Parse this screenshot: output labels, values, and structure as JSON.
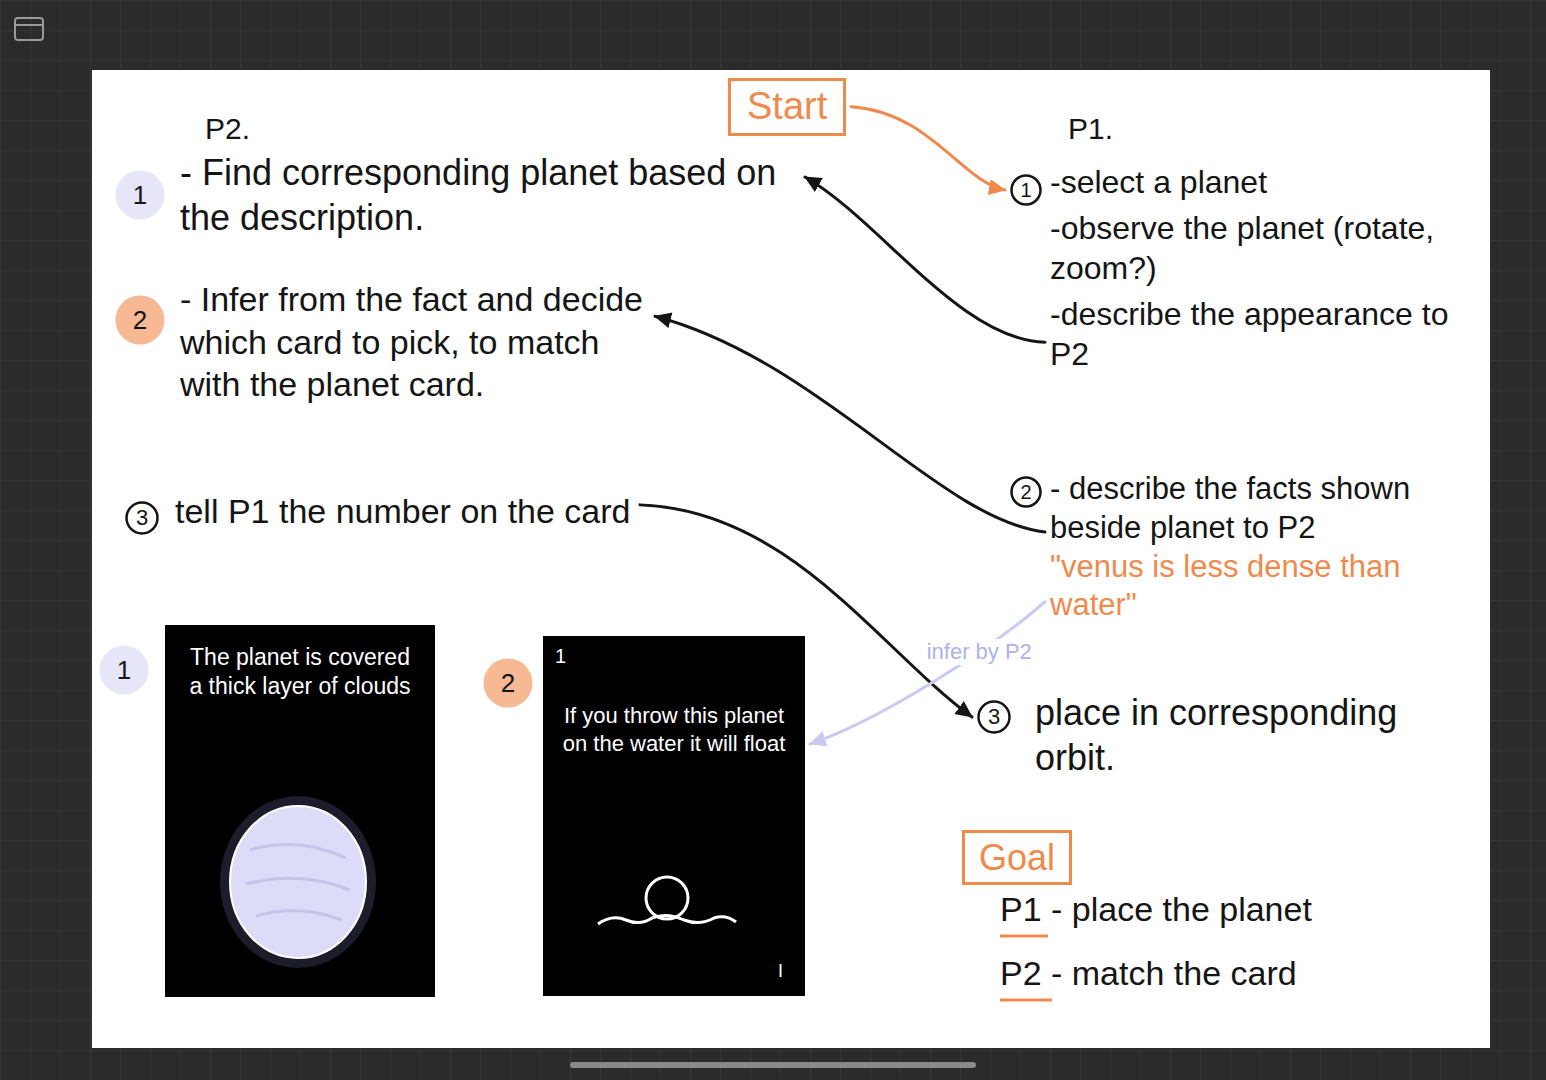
{
  "diagram": {
    "nodes": [
      {
        "text": [
          "Start"
        ]
      },
      {
        "text": [
          "1"
        ]
      },
      {
        "text": [
          "- Find corresponding planet based on the description."
        ]
      },
      {
        "text": [
          "2"
        ]
      },
      {
        "text": [
          "- Infer from the fact and decide which card to pick, to match with the planet card."
        ]
      },
      {
        "text": [
          "3"
        ]
      },
      {
        "text": [
          "tell P1 the number on the card"
        ]
      },
      {
        "text": [
          "1"
        ]
      },
      {
        "text": [
          "-select a planet",
          "-observe the planet (rotate, zoom?)",
          "-describe the appearance to P2"
        ]
      },
      {
        "text": [
          "2"
        ]
      },
      {
        "text": [
          "- describe the facts shown beside planet to P2",
          "\"venus is less dense than water\""
        ]
      },
      {
        "text": [
          "3"
        ]
      },
      {
        "text": [
          "place in corresponding orbit."
        ]
      },
      {
        "text": [
          "1"
        ]
      },
      {
        "text": [
          "The planet is covered a thick layer of clouds"
        ]
      },
      {
        "text": [
          "2"
        ]
      },
      {
        "text": [
          "1",
          "If you throw this planet on the water it will float",
          "I"
        ]
      },
      {
        "text": [
          "Goal"
        ]
      }
    ],
    "edges": [
      {
        "from": 0,
        "to": 7,
        "arrow": "to"
      },
      {
        "from": 8,
        "to": 2,
        "arrow": "to"
      },
      {
        "from": 10,
        "to": 4,
        "arrow": "to"
      },
      {
        "from": 6,
        "to": 11,
        "arrow": "to"
      },
      {
        "from": 10,
        "to": 16,
        "label": "infer by P2",
        "arrow": "to"
      }
    ],
    "labels": [
      "P2.",
      "P1.",
      "P1 - place the planet",
      "P2 - match the card"
    ]
  }
}
